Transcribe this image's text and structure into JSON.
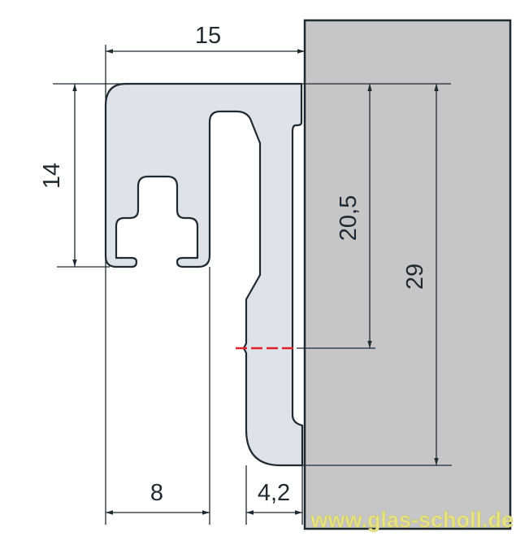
{
  "dimensions": {
    "width_total": "15",
    "height_top": "14",
    "height_mid": "20,5",
    "height_total": "29",
    "width_bottom_left": "8",
    "width_bottom_right": "4,2"
  },
  "watermark": "www.glas-scholl.de",
  "colors": {
    "profile_fill": "#dde3e8",
    "panel_fill": "#c6c6c8",
    "line": "#1f2a30",
    "marker": "#e0202a",
    "watermark": "#e8e48a"
  }
}
